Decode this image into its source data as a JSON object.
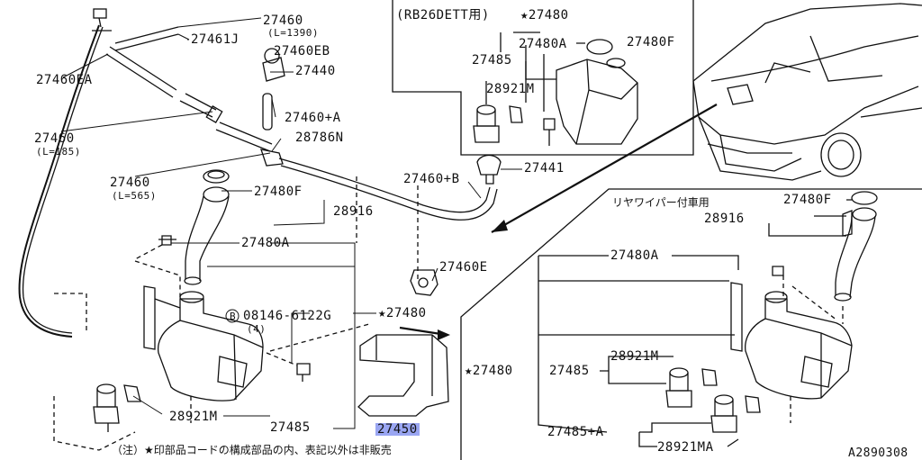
{
  "labels": {
    "p27460_top": "27460",
    "p27460_top_len": "(L=1390)",
    "p27461J": "27461J",
    "p27460EB": "27460EB",
    "p27440": "27440",
    "p27460EA": "27460EA",
    "p27460_mid": "27460",
    "p27460_mid_len": "(L=185)",
    "p27460A": "27460+A",
    "p28786N": "28786N",
    "p27460_low": "27460",
    "p27460_low_len": "(L=565)",
    "p27480F_main": "27480F",
    "p28916_main": "28916",
    "p27460B": "27460+B",
    "p27441": "27441",
    "p27480A_main": "27480A",
    "p27460E": "27460E",
    "p08146": "08146-6122G",
    "p08146_qty": "(4)",
    "bolt_circle": "B",
    "p27480_star_main": "★27480",
    "p28921M_main": "28921M",
    "p27485_main": "27485",
    "p27450": "27450",
    "inset_rb26_title": "(RB26DETT用)",
    "inset_rb26_star": "★27480",
    "inset_rb26_27480A": "27480A",
    "inset_rb26_27480F": "27480F",
    "inset_rb26_27485": "27485",
    "inset_rb26_28921M": "28921M",
    "inset_rear_title": "リヤワイパー付車用",
    "inset_rear_27480F": "27480F",
    "inset_rear_28916": "28916",
    "inset_rear_27480A": "27480A",
    "inset_rear_star27480": "★27480",
    "inset_rear_27485": "27485",
    "inset_rear_28921M": "28921M",
    "inset_rear_27485A": "27485+A",
    "inset_rear_28921MA": "28921MA",
    "footnote": "（注）★印部品コードの構成部品の内、表記以外は非販売",
    "diagram_code": "A2890308"
  },
  "colors": {
    "line": "#111111",
    "highlight": "#9aa6f2"
  }
}
